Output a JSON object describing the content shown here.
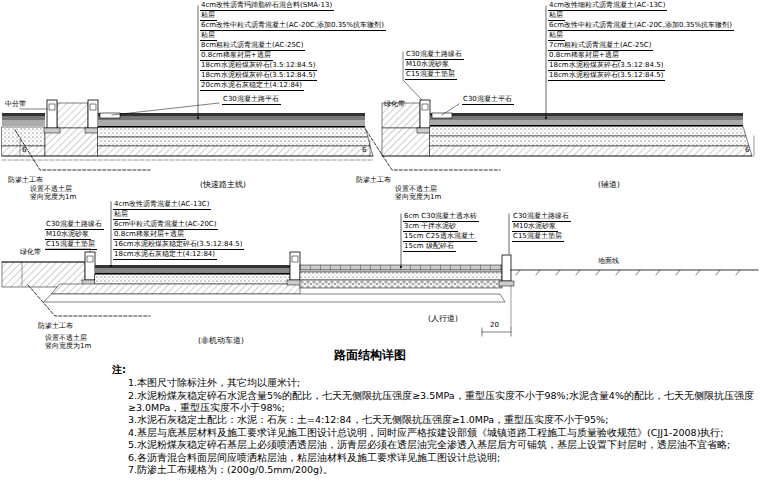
{
  "diagram": {
    "title": "路面结构详图",
    "labels": [
      "4cm改性沥青玛蹄脂碎石混合料(SMA-13)",
      "粘层",
      "6cm改性中粒式沥青混凝土(AC-20C,添加0.35%抗车辙剂)",
      "粘层",
      "8cm粗粒式沥青混凝土(AC-25C)",
      "0.8cm稀浆封层+透层",
      "18cm水泥粉煤灰碎石(3.5:12:84.5)",
      "18cm水泥粉煤灰碎石(3.5:12:84.5)",
      "20cm水泥石灰稳定土(4:12:84)",
      "C30混凝土路平石",
      "中分带",
      "防渗土工布",
      "设置不透土层",
      "竖向宽度为1m",
      "(快速路主线)",
      "6",
      "6",
      "4cm改性细粒式沥青混凝土(AC-13C)",
      "粘层",
      "6cm改性中粒式沥青混凝土(AC-20C,添加0.35%抗车辙剂)",
      "粘层",
      "7cm粗粒式沥青混凝土(AC-25C)",
      "0.8cm稀浆封层+透层",
      "18cm水泥粉煤灰碎石(3.5:12:84.5)",
      "18cm水泥粉煤灰碎石(3.5:12:84.5)",
      "C30混凝土路缘石",
      "M10水泥砂浆",
      "C15混凝土垫层",
      "C30混凝土平石",
      "绿化带",
      "防渗土工布",
      "设置不透土层",
      "竖向宽度为1m",
      "(辅道)",
      "6",
      "4cm改性沥青混凝土(AC-13C)",
      "粘层",
      "C30混凝土路缘石",
      "6cm中粒式沥青混凝土(AC-20C)",
      "M10水泥砂浆",
      "0.8cm稀浆封层+透层",
      "C15混凝土垫层",
      "16cm水泥粉煤灰稳定碎石(3.5:12:84.5)",
      "18cm水泥石灰稳定土(4:12:84)",
      "绿化带",
      "防渗土工布",
      "设置不透土层",
      "竖向宽度为1m",
      "(非机动车道)",
      "6cm C30混凝土透水砖",
      "3cm 干拌水泥砂",
      "15cm C25透水混凝土",
      "15cm 级配碎石",
      "C30混凝土路缘石",
      "M10水泥砂浆",
      "C15混凝土垫层",
      "地面线",
      "(人行道)",
      "20",
      "注:",
      "1.本图尺寸除标注外，其它均以厘米计;",
      "2.水泥粉煤灰稳定碎石水泥含量5%的配比，七天无侧限抗压强度≥3.5MPa，重型压实度不小于98%;水泥含量4%的配比，七天无侧限抗压强度≥3.0MPa，重型压实度不小于98%;",
      "3.水泥石灰稳定土配比：水泥：石灰：土=4:12:84，七天无侧限抗压强度≥1.0MPa，重型压实度不小于95%;",
      "4.基层与底基层材料及施工要求详见施工图设计总说明，同时应严格按建设部颁《城镇道路工程施工与质量验收规范》(CJJ1-2008)执行;",
      "5.水泥粉煤灰稳定碎石基层上必须喷洒透层油，沥青层必须在透层油完全渗透入基层后方可铺筑，基层上设置下封层时，透层油不宜省略;",
      "6.各沥青混合料面层间应喷洒粘层油，粘层油材料及施工要求详见施工图设计总说明;",
      "7.防渗土工布规格为：(200g/0.5mm/200g)。"
    ]
  }
}
